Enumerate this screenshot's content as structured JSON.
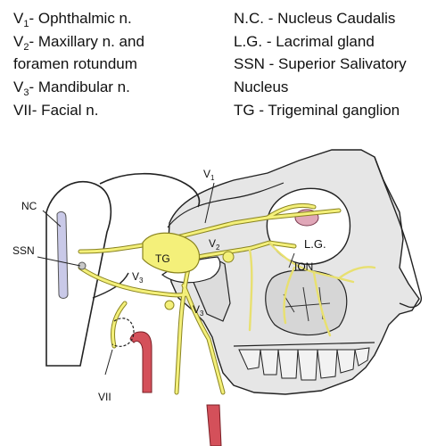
{
  "legend_left": [
    {
      "abbr": "V",
      "sub": "1",
      "text": "- Ophthalmic n."
    },
    {
      "abbr": "V",
      "sub": "2",
      "text": "- Maxillary n. and"
    },
    {
      "abbr": "",
      "sub": "",
      "text": "foramen rotundum"
    },
    {
      "abbr": "V",
      "sub": "3",
      "text": "- Mandibular n."
    },
    {
      "abbr": "VII",
      "sub": "",
      "text": "- Facial n."
    }
  ],
  "legend_right": [
    {
      "text": "N.C. - Nucleus Caudalis"
    },
    {
      "text": "L.G. - Lacrimal gland"
    },
    {
      "text": "SSN - Superior Salivatory"
    },
    {
      "text": "Nucleus"
    },
    {
      "text": "TG - Trigeminal ganglion"
    }
  ],
  "labels": {
    "v1": {
      "abbr": "V",
      "sub": "1"
    },
    "v2": {
      "abbr": "V",
      "sub": "2"
    },
    "v3_left": {
      "abbr": "V",
      "sub": "3"
    },
    "v3_right": {
      "abbr": "V",
      "sub": "3"
    },
    "nc": "NC",
    "ssn": "SSN",
    "tg": "TG",
    "lg": "L.G.",
    "ion": "ION",
    "vii": "VII"
  },
  "colors": {
    "nerve": "#f4f07a",
    "nerve_outline": "#8a8420",
    "bone_fill": "#e6e6e6",
    "artery": "#d4505a",
    "lacrimal": "#e0a7b8",
    "brainstem": "#c9c9e8"
  }
}
